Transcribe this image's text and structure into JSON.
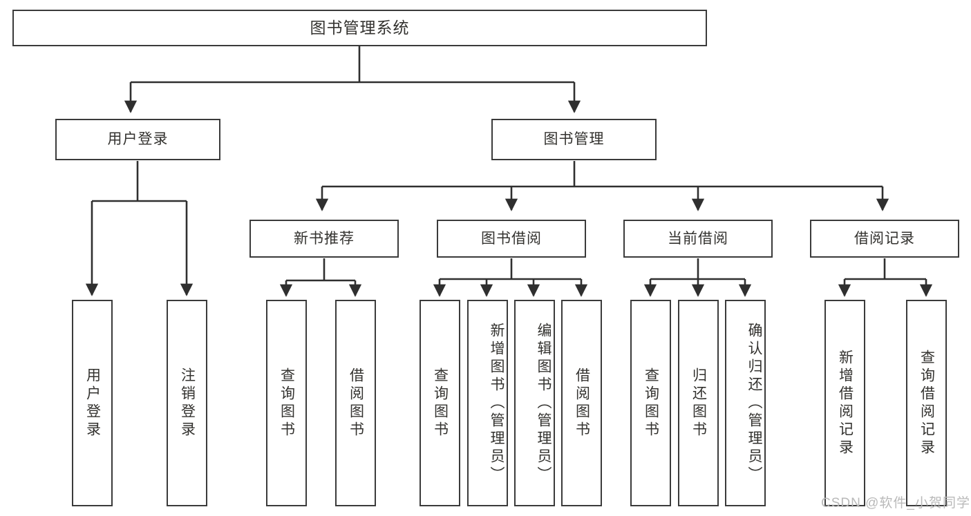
{
  "diagram": {
    "type": "tree-hierarchy",
    "title_node": {
      "label": "图书管理系统"
    },
    "level1": [
      {
        "label": "用户登录"
      },
      {
        "label": "图书管理"
      }
    ],
    "level2": [
      {
        "label": "新书推荐"
      },
      {
        "label": "图书借阅"
      },
      {
        "label": "当前借阅"
      },
      {
        "label": "借阅记录"
      }
    ],
    "leaves": {
      "user_login": [
        {
          "label": "用户登录"
        },
        {
          "label": "注销登录"
        }
      ],
      "new_book_recommend": [
        {
          "label": "查询图书"
        },
        {
          "label": "借阅图书"
        }
      ],
      "book_borrow": [
        {
          "label": "查询图书"
        },
        {
          "label": "新增图书（管理员）"
        },
        {
          "label": "编辑图书（管理员）"
        },
        {
          "label": "借阅图书"
        }
      ],
      "current_borrow": [
        {
          "label": "查询图书"
        },
        {
          "label": "归还图书"
        },
        {
          "label": "确认归还（管理员）"
        }
      ],
      "borrow_record": [
        {
          "label": "新增借阅记录"
        },
        {
          "label": "查询借阅记录"
        }
      ]
    },
    "watermark": {
      "text": "CSDN @软件_小贺同学"
    },
    "colors": {
      "stroke": "#3a3a3a",
      "text": "#33322f",
      "background": "#ffffff",
      "watermark": "#b9b9b9"
    }
  }
}
